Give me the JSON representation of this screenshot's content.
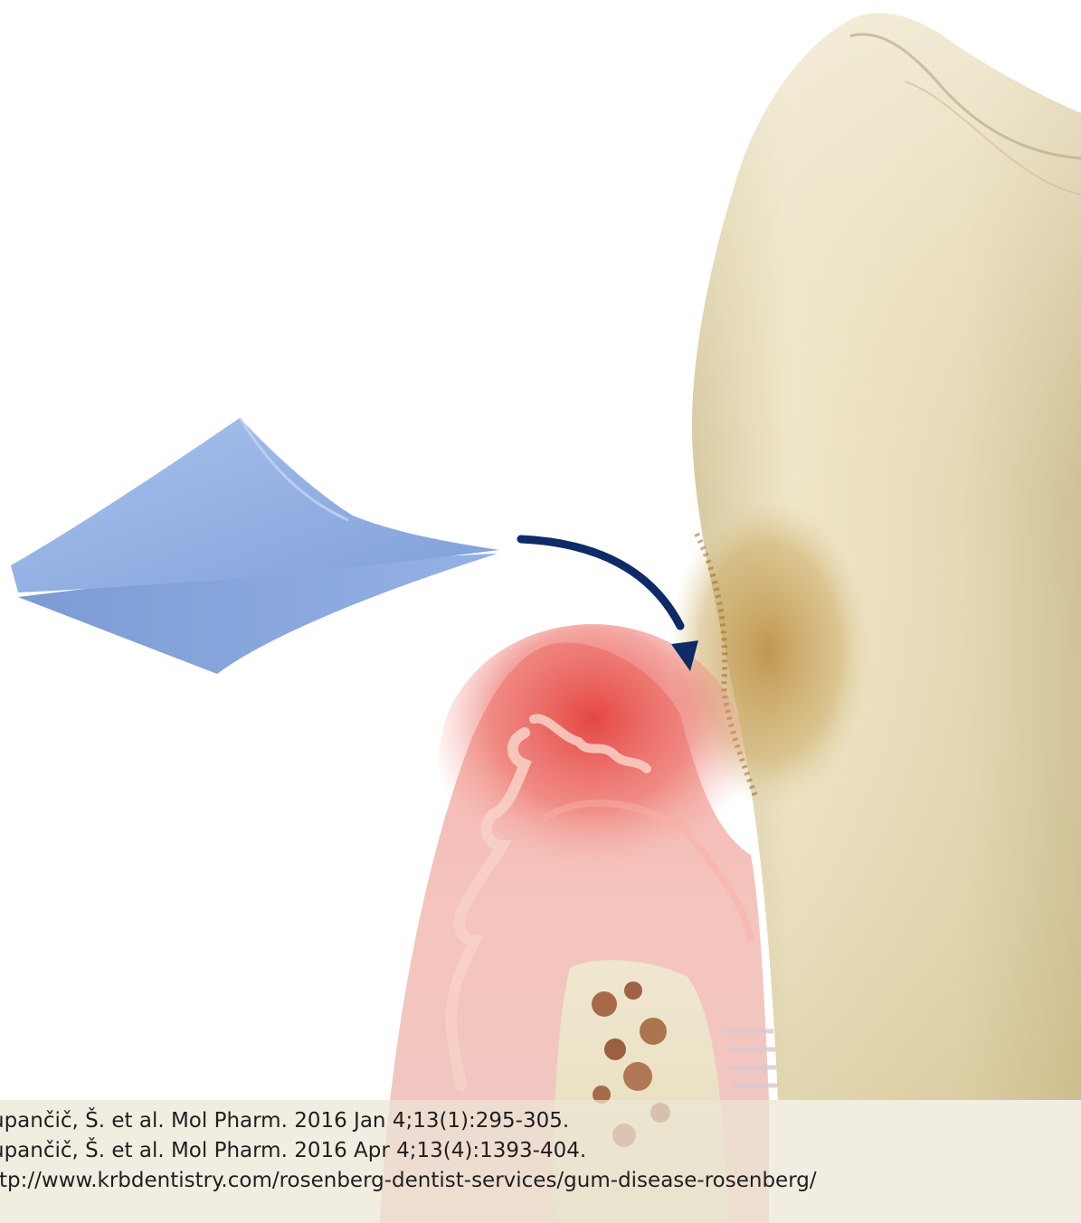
{
  "illustration": {
    "membrane_icon": "folded-nanofiber-membrane",
    "arrow_icon": "curved-arrow",
    "tooth": "tooth-with-plaque",
    "gum": "inflamed-gingiva"
  },
  "colors": {
    "membrane": "#8fb0e6",
    "arrow": "#0d2b66",
    "gum": "#e56b66",
    "tooth": "#e8dcb8"
  },
  "references": [
    "upančič, Š. et al. Mol Pharm. 2016 Jan 4;13(1):295-305.",
    "upančič, Š. et al. Mol Pharm. 2016 Apr 4;13(4):1393-404.",
    "ttp://www.krbdentistry.com/rosenberg-dentist-services/gum-disease-rosenberg/"
  ]
}
